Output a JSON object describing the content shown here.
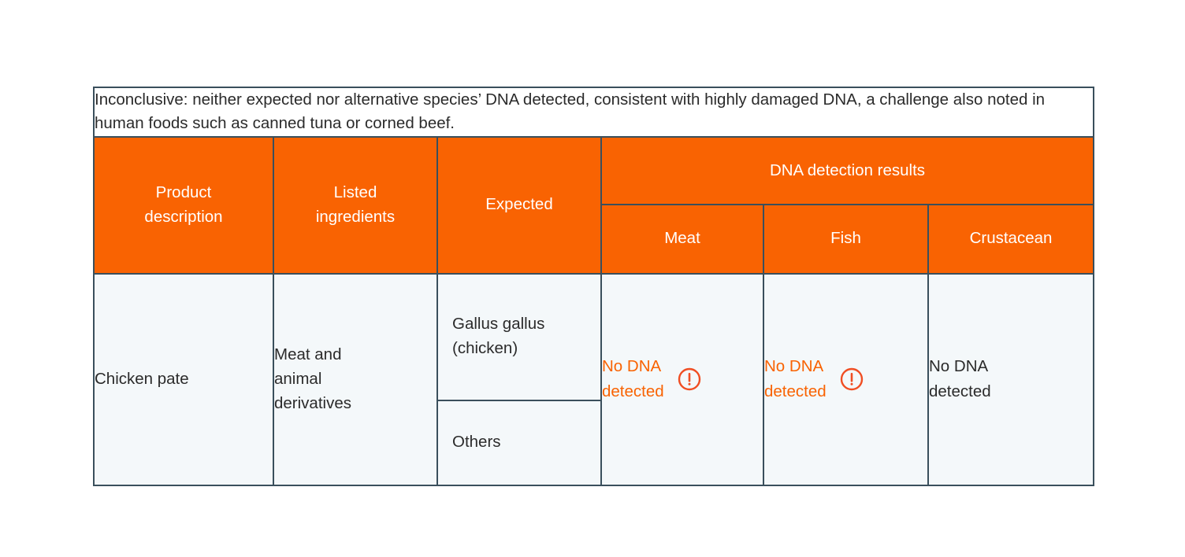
{
  "note": {
    "text": "Inconclusive: neither expected nor alternative species’ DNA detected, consistent with highly damaged DNA, a challenge also noted in human foods such as canned tuna or corned beef."
  },
  "colors": {
    "header_orange": "#f96302",
    "body_background": "#f4f8fa",
    "border": "#3a4f5c",
    "alert_text": "#f96302",
    "body_text": "#2b2b2b"
  },
  "header": {
    "product_description": "Product\ndescription",
    "product_description_line1": "Product",
    "product_description_line2": "description",
    "listed_ingredients_line1": "Listed",
    "listed_ingredients_line2": "ingredients",
    "expected": "Expected",
    "dna_detection_results": "DNA detection results",
    "sub_columns": [
      {
        "label": "Meat"
      },
      {
        "label": "Fish"
      },
      {
        "label": "Crustacean"
      }
    ]
  },
  "rows": [
    {
      "product_description": "Chicken pate",
      "listed_ingredients": "Meat and\nanimal\nderivatives",
      "expected": [
        "Gallus gallus\n(chicken)",
        "Others"
      ],
      "results": {
        "meat": {
          "text": "No DNA\ndetected",
          "alert": true,
          "icon": "exclamation-circle-icon"
        },
        "fish": {
          "text": "No DNA\ndetected",
          "alert": true,
          "icon": "exclamation-circle-icon"
        },
        "crustacean": {
          "text": "No DNA\ndetected",
          "alert": false,
          "icon": null
        }
      }
    }
  ]
}
